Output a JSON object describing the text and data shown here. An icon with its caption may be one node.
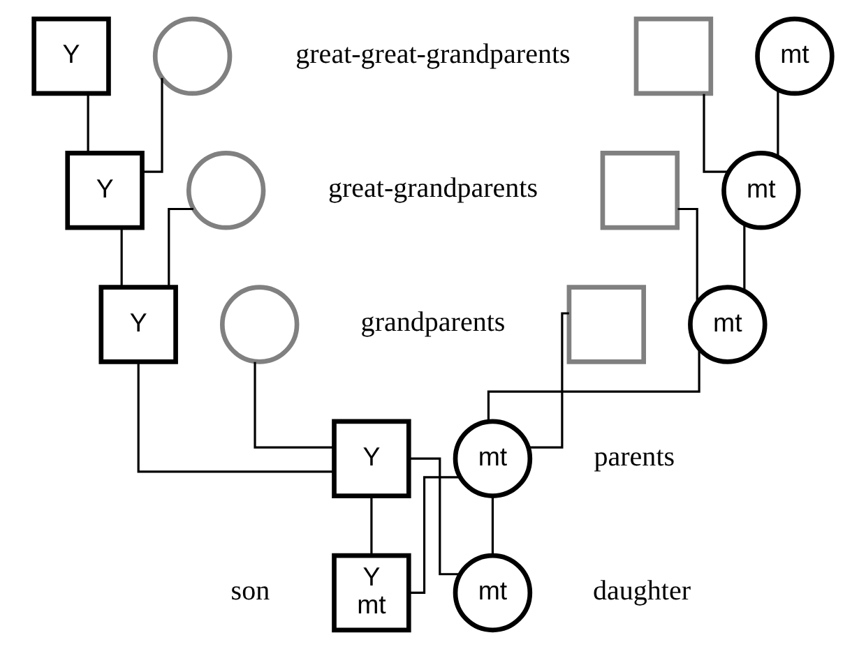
{
  "diagram": {
    "nodes": [
      {
        "text": [
          "Y"
        ]
      },
      {
        "text": [],
        "shape": "circle"
      },
      {
        "text": [],
        "shape": "box"
      },
      {
        "text": [
          "mt"
        ]
      },
      {
        "text": [
          "Y"
        ]
      },
      {
        "text": [],
        "shape": "circle"
      },
      {
        "text": [],
        "shape": "box"
      },
      {
        "text": [
          "mt"
        ]
      },
      {
        "text": [
          "Y"
        ]
      },
      {
        "text": [],
        "shape": "circle"
      },
      {
        "text": [],
        "shape": "box"
      },
      {
        "text": [
          "mt"
        ]
      },
      {
        "text": [
          "Y"
        ]
      },
      {
        "text": [
          "mt"
        ]
      },
      {
        "text": [
          "Y",
          "mt"
        ],
        "beside": [
          "son"
        ]
      },
      {
        "text": [
          "mt"
        ],
        "beside": [
          "daughter"
        ]
      }
    ],
    "edges": [
      {
        "from": 0,
        "to": 4,
        "arrow": "none"
      },
      {
        "from": 1,
        "to": 4,
        "arrow": "none"
      },
      {
        "from": 2,
        "to": 7,
        "arrow": "none"
      },
      {
        "from": 3,
        "to": 7,
        "arrow": "none"
      },
      {
        "from": 4,
        "to": 8,
        "arrow": "none"
      },
      {
        "from": 5,
        "to": 8,
        "arrow": "none"
      },
      {
        "from": 6,
        "to": 11,
        "arrow": "none"
      },
      {
        "from": 7,
        "to": 11,
        "arrow": "none"
      },
      {
        "from": 8,
        "to": 12,
        "arrow": "none"
      },
      {
        "from": 9,
        "to": 12,
        "arrow": "none"
      },
      {
        "from": 10,
        "to": 13,
        "arrow": "none"
      },
      {
        "from": 11,
        "to": 13,
        "arrow": "none"
      },
      {
        "from": 12,
        "to": 14,
        "arrow": "none"
      },
      {
        "from": 12,
        "to": 15,
        "arrow": "none"
      },
      {
        "from": 13,
        "to": 14,
        "arrow": "none"
      },
      {
        "from": 13,
        "to": 15,
        "arrow": "none"
      }
    ],
    "labels": [
      "great-great-grandparents",
      "great-grandparents",
      "grandparents",
      "parents"
    ]
  }
}
